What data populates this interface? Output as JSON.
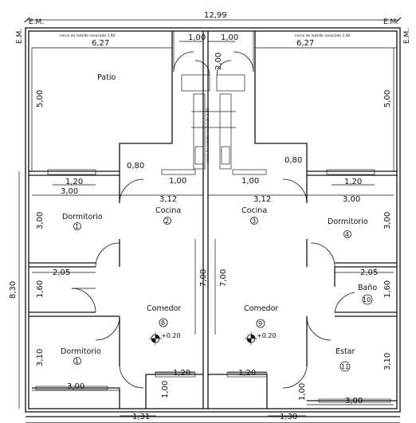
{
  "plan": {
    "overall_width": "12,99",
    "em_labels": [
      "E.M.",
      "E.M.",
      "E.M.",
      "E.M."
    ],
    "wall_note": "cerco de ladrillo revocado 1.80",
    "rooms": [
      {
        "name": "Patio",
        "number": ""
      },
      {
        "name": "Dormitorio",
        "number": "1"
      },
      {
        "name": "Cocina",
        "number": "2"
      },
      {
        "name": "Cocina",
        "number": "3"
      },
      {
        "name": "Dormitorio",
        "number": "4"
      },
      {
        "name": "Comedor",
        "number": "8"
      },
      {
        "name": "Comedor",
        "number": "9"
      },
      {
        "name": "Baño",
        "number": "10"
      },
      {
        "name": "Dormitorio",
        "number": "1"
      },
      {
        "name": "Estar",
        "number": "11"
      }
    ],
    "levels": [
      "+0.20",
      "+0.20"
    ],
    "dims": {
      "d627": "6,27",
      "d100": "1,00",
      "d200": "2,00",
      "d500": "5,00",
      "d080": "0,80",
      "d120": "1,20",
      "d300": "3,00",
      "d312": "3,12",
      "d700": "7,00",
      "d830": "8,30",
      "d205": "2,05",
      "d160": "1,60",
      "d310": "3,10",
      "d131": "1,31",
      "d130": "1,30"
    }
  }
}
